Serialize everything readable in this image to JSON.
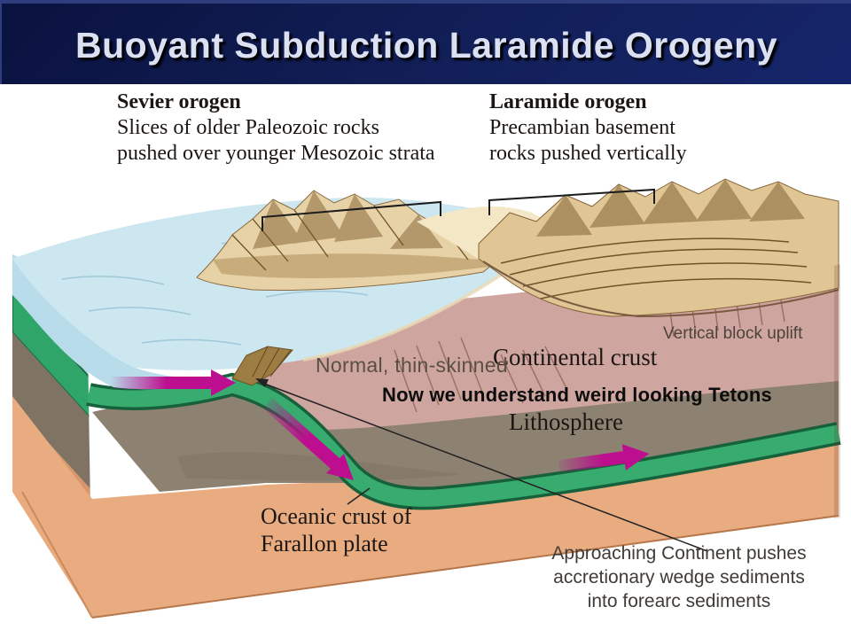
{
  "header": {
    "title": "Buoyant Subduction Laramide Orogeny"
  },
  "figure": {
    "callouts": {
      "sevier": {
        "heading": "Sevier orogen",
        "line1": "Slices of older Paleozoic rocks",
        "line2": "pushed over younger Mesozoic strata"
      },
      "laramide": {
        "heading": "Laramide orogen",
        "line1": "Precambian basement",
        "line2": "rocks pushed vertically"
      }
    },
    "layer_labels": {
      "continental_crust": "Continental crust",
      "lithosphere": "Lithosphere",
      "oceanic_line1": "Oceanic crust of",
      "oceanic_line2": "Farallon plate"
    },
    "annotations": {
      "vertical_block_uplift": "Vertical block uplift",
      "normal_thin_skinned": "Normal, thin-skinned",
      "tetons_note": "Now we understand weird looking Tetons",
      "approaching_line1": "Approaching Continent pushes",
      "approaching_line2": "accretionary wedge sediments",
      "approaching_line3": "into forearc sediments"
    },
    "colors": {
      "header_navy": "#13205a",
      "ocean_blue": "#cde7f1",
      "oceanic_crust_green": "#37ac6e",
      "lithosphere_gray": "#8d8171",
      "continental_crust_pink": "#cfa5a0",
      "asthenosphere_orange": "#e9ab80",
      "arrow_magenta": "#bc0e8e"
    }
  }
}
